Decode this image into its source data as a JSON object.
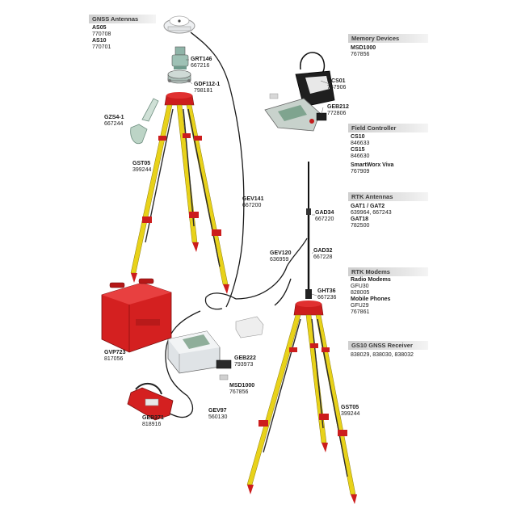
{
  "categories": [
    {
      "id": "gnss",
      "header": "GNSS Antennas",
      "items": [
        {
          "name": "AS05",
          "code": "770708"
        },
        {
          "name": "AS10",
          "code": "770701"
        }
      ]
    },
    {
      "id": "memory",
      "header": "Memory Devices",
      "items": [
        {
          "name": "MSD1000",
          "code": "767856"
        }
      ]
    },
    {
      "id": "field",
      "header": "Field Controller",
      "items": [
        {
          "name": "CS10",
          "code": "846633"
        },
        {
          "name": "CS15",
          "code": "846630"
        },
        {
          "name": "SmartWorx Viva",
          "code": "767909"
        }
      ]
    },
    {
      "id": "rtkant",
      "header": "RTK Antennas",
      "items": [
        {
          "name": "GAT1 / GAT2",
          "code": "639964, 667243"
        },
        {
          "name": "GAT18",
          "code": "782500"
        }
      ]
    },
    {
      "id": "rtkmod",
      "header": "RTK Modems",
      "items": [
        {
          "name": "Radio Modems",
          "code": "GFU30"
        },
        {
          "name": "",
          "code": "828005"
        },
        {
          "name": "Mobile Phones",
          "code": "GFU29"
        },
        {
          "name": "",
          "code": "767861"
        }
      ]
    },
    {
      "id": "gs10",
      "header": "GS10 GNSS Receiver",
      "items": [
        {
          "name": "",
          "code": "838029, 838030, 838032"
        }
      ]
    }
  ],
  "callouts": [
    {
      "id": "grt146",
      "name": "GRT146",
      "code": "667216"
    },
    {
      "id": "gdf112",
      "name": "GDF112-1",
      "code": "798181"
    },
    {
      "id": "gzs4",
      "name": "GZS4-1",
      "code": "667244"
    },
    {
      "id": "gst05a",
      "name": "GST05",
      "code": "399244"
    },
    {
      "id": "gev141",
      "name": "GEV141",
      "code": "667200"
    },
    {
      "id": "ccs01",
      "name": "CCS01",
      "code": "767906"
    },
    {
      "id": "geb212",
      "name": "GEB212",
      "code": "772806"
    },
    {
      "id": "gad34",
      "name": "GAD34",
      "code": "667220"
    },
    {
      "id": "gad32",
      "name": "GAD32",
      "code": "667228"
    },
    {
      "id": "gev120",
      "name": "GEV120",
      "code": "636959"
    },
    {
      "id": "ght36",
      "name": "GHT36",
      "code": "667236"
    },
    {
      "id": "gvp723",
      "name": "GVP723",
      "code": "817056"
    },
    {
      "id": "geb222",
      "name": "GEB222",
      "code": "793973"
    },
    {
      "id": "msd1000b",
      "name": "MSD1000",
      "code": "767856"
    },
    {
      "id": "gev97",
      "name": "GEV97",
      "code": "560130"
    },
    {
      "id": "geb371",
      "name": "GEB371",
      "code": "818916"
    },
    {
      "id": "gst05b",
      "name": "GST05",
      "code": "399244"
    }
  ],
  "colors": {
    "tripod_leg": "#e8d21a",
    "tripod_red": "#cc1d1d",
    "case_red": "#d42020",
    "cable": "#1a1a1a",
    "header_bg": "#d8d8d8"
  }
}
